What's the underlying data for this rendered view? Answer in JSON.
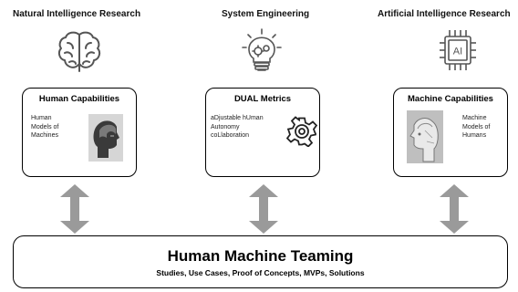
{
  "columns": [
    {
      "heading": "Natural Intelligence Research",
      "icon": "brain-icon",
      "box": {
        "title": "Human Capabilities",
        "lines": [
          "Human",
          "Models of",
          "Machines"
        ],
        "icon": "human-head-icon"
      }
    },
    {
      "heading": "System Engineering",
      "icon": "lightbulb-gears-icon",
      "box": {
        "title": "DUAL Metrics",
        "lines": [
          "aDjustable hUman",
          "Autonomy",
          "coLlaboration"
        ],
        "icon": "gear-icon"
      }
    },
    {
      "heading": "Artificial Intelligence Research",
      "icon": "ai-chip-icon",
      "chip_text": "AI",
      "box": {
        "title": "Machine Capabilities",
        "lines": [
          "Machine",
          "Models of",
          "Humans"
        ],
        "icon": "robot-head-icon"
      }
    }
  ],
  "bottom": {
    "title": "Human Machine Teaming",
    "subtitle": "Studies, Use Cases, Proof of Concepts, MVPs, Solutions"
  },
  "colors": {
    "arrow": "#9a9a9a",
    "border": "#000000",
    "icon_stroke": "#555555"
  }
}
